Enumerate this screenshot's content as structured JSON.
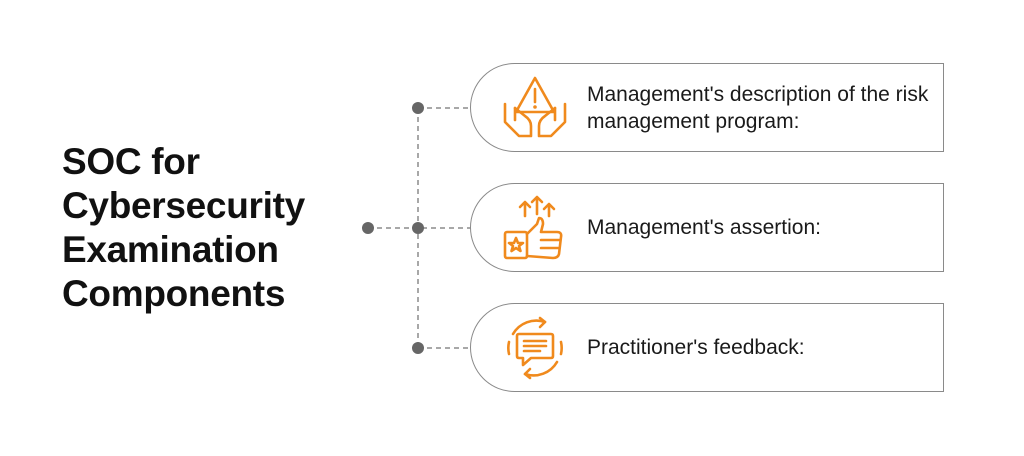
{
  "title": {
    "line1": "SOC for",
    "line2": "Cybersecurity",
    "line3": "Examination",
    "line4": "Components"
  },
  "accent_color": "#F08A1D",
  "items": [
    {
      "label": "Management's description of the risk management program:",
      "icon": "hands-warning-icon"
    },
    {
      "label": "Management's assertion:",
      "icon": "thumbs-up-arrows-icon"
    },
    {
      "label": "Practitioner's feedback:",
      "icon": "feedback-chat-cycle-icon"
    }
  ]
}
